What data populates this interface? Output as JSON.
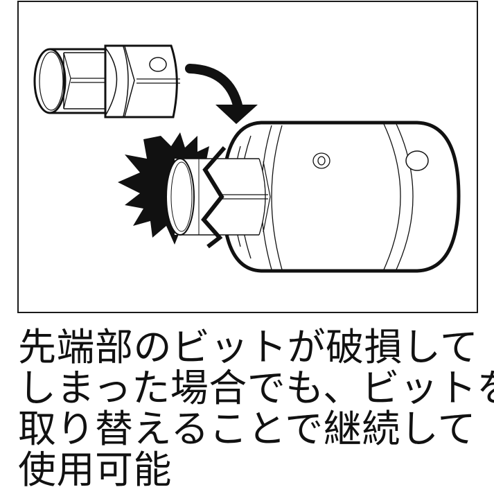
{
  "figure": {
    "description": "Illustration: replacement bit inserted into socket; broken bit shown with burst",
    "parts": [
      "replacement-bit",
      "curved-arrow",
      "broken-bit-burst",
      "socket-body"
    ]
  },
  "caption": {
    "lines": [
      "先端部のビットが破損して",
      "しまった場合でも、ビットを",
      "取り替えることで継続して",
      "使用可能"
    ]
  },
  "colors": {
    "ink": "#111111",
    "background": "#ffffff",
    "frame": "#1a1a1a"
  }
}
